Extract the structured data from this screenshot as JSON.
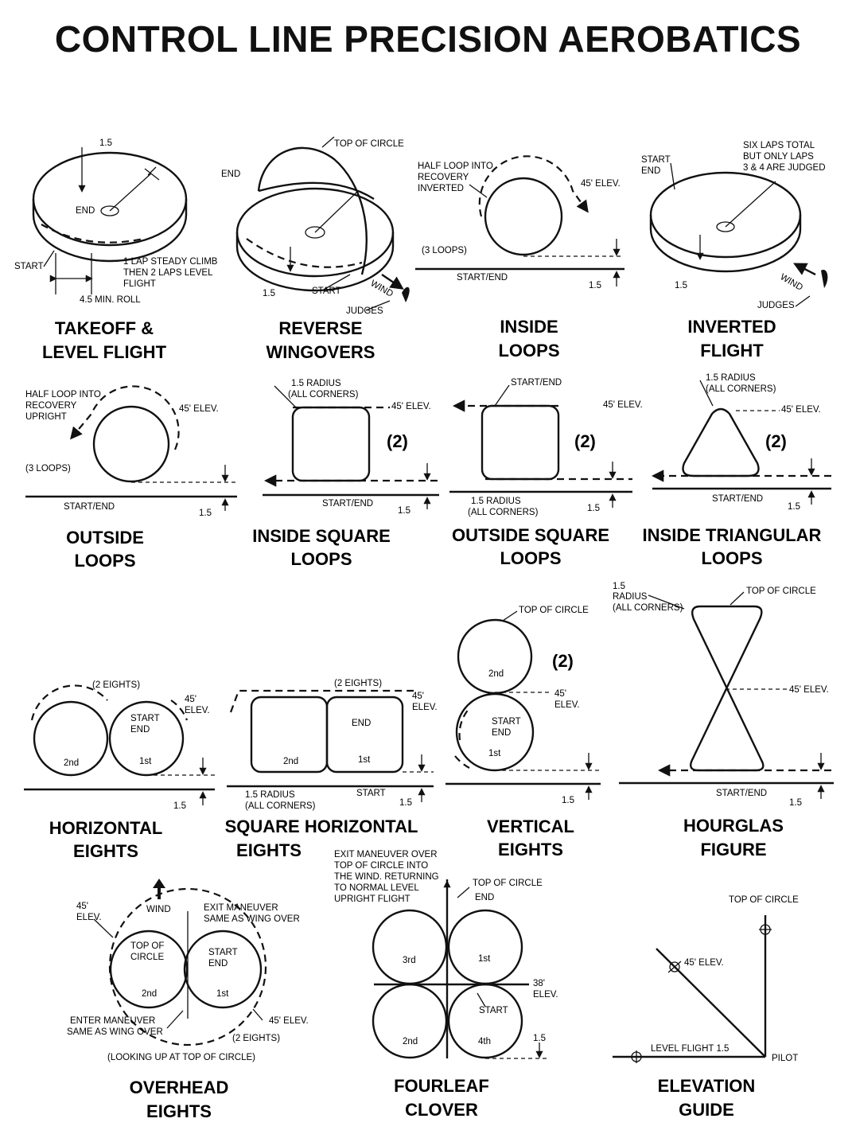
{
  "title": "CONTROL LINE PRECISION AEROBATICS",
  "panels": {
    "takeoff": {
      "caption": [
        "TAKEOFF &",
        "LEVEL FLIGHT"
      ],
      "labels": {
        "height": "1.5",
        "end": "END",
        "start": "START",
        "note": [
          "1 LAP STEADY CLIMB",
          "THEN 2 LAPS LEVEL",
          "FLIGHT"
        ],
        "roll": "4.5 MIN. ROLL"
      }
    },
    "wingovers": {
      "caption": [
        "REVERSE",
        "WINGOVERS"
      ],
      "labels": {
        "top": "TOP OF CIRCLE",
        "end": "END",
        "height": "1.5",
        "start": "START",
        "wind": "WIND",
        "judges": "JUDGES"
      }
    },
    "inside_loops": {
      "caption": [
        "INSIDE",
        "LOOPS"
      ],
      "labels": {
        "note": [
          "HALF LOOP INTO",
          "RECOVERY",
          "INVERTED"
        ],
        "elev": "45' ELEV.",
        "count": "(3 LOOPS)",
        "startend": "START/END",
        "height": "1.5"
      }
    },
    "inverted": {
      "caption": [
        "INVERTED",
        "FLIGHT"
      ],
      "labels": {
        "start": "START",
        "end": "END",
        "note": [
          "SIX LAPS TOTAL",
          "BUT ONLY LAPS",
          "3 & 4 ARE JUDGED"
        ],
        "height": "1.5",
        "wind": "WIND",
        "judges": "JUDGES"
      }
    },
    "outside_loops": {
      "caption": [
        "OUTSIDE",
        "LOOPS"
      ],
      "labels": {
        "note": [
          "HALF LOOP INTO",
          "RECOVERY",
          "UPRIGHT"
        ],
        "elev": "45' ELEV.",
        "count": "(3 LOOPS)",
        "startend": "START/END",
        "height": "1.5"
      }
    },
    "inside_square": {
      "caption": [
        "INSIDE SQUARE",
        "LOOPS"
      ],
      "labels": {
        "radius": [
          "1.5 RADIUS",
          "(ALL CORNERS)"
        ],
        "elev": "45' ELEV.",
        "count": "(2)",
        "startend": "START/END",
        "height": "1.5"
      }
    },
    "outside_square": {
      "caption": [
        "OUTSIDE SQUARE",
        "LOOPS"
      ],
      "labels": {
        "startend": "START/END",
        "elev": "45' ELEV.",
        "count": "(2)",
        "radius": [
          "1.5 RADIUS",
          "(ALL CORNERS)"
        ],
        "height": "1.5"
      }
    },
    "triangular": {
      "caption": [
        "INSIDE TRIANGULAR",
        "LOOPS"
      ],
      "labels": {
        "radius": [
          "1.5 RADIUS",
          "(ALL CORNERS)"
        ],
        "elev": "45' ELEV.",
        "count": "(2)",
        "startend": "START/END",
        "height": "1.5"
      }
    },
    "horizontal_eights": {
      "caption": [
        "HORIZONTAL",
        "EIGHTS"
      ],
      "labels": {
        "count": "(2 EIGHTS)",
        "elev": [
          "45'",
          "ELEV."
        ],
        "startend": [
          "START",
          "END"
        ],
        "first": "1st",
        "second": "2nd",
        "height": "1.5"
      }
    },
    "square_eights": {
      "caption": [
        "SQUARE HORIZONTAL",
        "EIGHTS"
      ],
      "labels": {
        "count": "(2 EIGHTS)",
        "elev": [
          "45'",
          "ELEV."
        ],
        "end": "END",
        "first": "1st",
        "second": "2nd",
        "start": "START",
        "radius": [
          "1.5 RADIUS",
          "(ALL CORNERS)"
        ],
        "height": "1.5"
      }
    },
    "vertical_eights": {
      "caption": [
        "VERTICAL",
        "EIGHTS"
      ],
      "labels": {
        "top": "TOP OF CIRCLE",
        "count": "(2)",
        "second": "2nd",
        "elev": [
          "45'",
          "ELEV."
        ],
        "startend": [
          "START",
          "END"
        ],
        "first": "1st",
        "height": "1.5"
      }
    },
    "hourglass": {
      "caption": [
        "HOURGLAS",
        "FIGURE"
      ],
      "labels": {
        "radius": [
          "1.5",
          "RADIUS",
          "(ALL CORNERS)"
        ],
        "top": "TOP OF CIRCLE",
        "elev": "45' ELEV.",
        "startend": "START/END",
        "height": "1.5"
      }
    },
    "overhead": {
      "caption": [
        "OVERHEAD",
        "EIGHTS"
      ],
      "labels": {
        "elev_left": [
          "45'",
          "ELEV."
        ],
        "wind": "WIND",
        "exit": [
          "EXIT MANEUVER",
          "SAME AS WING OVER"
        ],
        "top": [
          "TOP OF",
          "CIRCLE"
        ],
        "startend": [
          "START",
          "END"
        ],
        "second": "2nd",
        "first": "1st",
        "enter": [
          "ENTER MANEUVER",
          "SAME AS WING OVER"
        ],
        "elev_right": "45' ELEV.",
        "count": "(2 EIGHTS)",
        "note": "(LOOKING UP AT TOP OF CIRCLE)"
      }
    },
    "clover": {
      "caption": [
        "FOURLEAF",
        "CLOVER"
      ],
      "labels": {
        "exit": [
          "EXIT MANEUVER OVER",
          "TOP OF CIRCLE INTO",
          "THE WIND. RETURNING",
          "TO NORMAL LEVEL",
          "UPRIGHT FLIGHT"
        ],
        "top": "TOP OF CIRCLE",
        "end": "END",
        "third": "3rd",
        "first": "1st",
        "elev": [
          "38'",
          "ELEV."
        ],
        "start": "START",
        "second": "2nd",
        "fourth": "4th",
        "height": "1.5"
      }
    },
    "elevation": {
      "caption": [
        "ELEVATION",
        "GUIDE"
      ],
      "labels": {
        "top": "TOP OF CIRCLE",
        "elev": "45' ELEV.",
        "level": "LEVEL FLIGHT 1.5",
        "pilot": "PILOT"
      }
    }
  }
}
